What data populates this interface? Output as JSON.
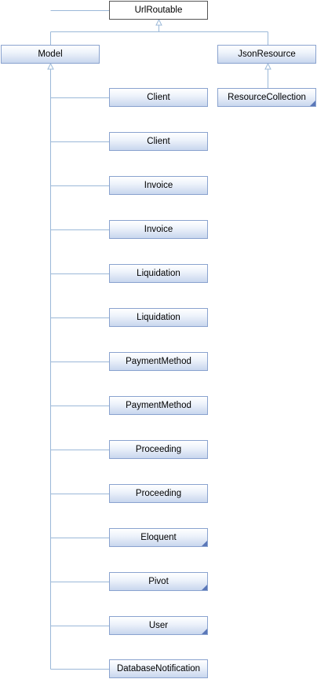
{
  "diagram": {
    "nodes": [
      {
        "id": "urlroutable",
        "label": "UrlRoutable",
        "root": true,
        "folded": false
      },
      {
        "id": "model",
        "label": "Model",
        "folded": false
      },
      {
        "id": "jsonresource",
        "label": "JsonResource",
        "folded": false
      },
      {
        "id": "resourcecollection",
        "label": "ResourceCollection",
        "folded": true
      },
      {
        "id": "client-1",
        "label": "Client",
        "folded": false
      },
      {
        "id": "client-2",
        "label": "Client",
        "folded": false
      },
      {
        "id": "invoice-1",
        "label": "Invoice",
        "folded": false
      },
      {
        "id": "invoice-2",
        "label": "Invoice",
        "folded": false
      },
      {
        "id": "liquidation-1",
        "label": "Liquidation",
        "folded": false
      },
      {
        "id": "liquidation-2",
        "label": "Liquidation",
        "folded": false
      },
      {
        "id": "paymentmethod-1",
        "label": "PaymentMethod",
        "folded": false
      },
      {
        "id": "paymentmethod-2",
        "label": "PaymentMethod",
        "folded": false
      },
      {
        "id": "proceeding-1",
        "label": "Proceeding",
        "folded": false
      },
      {
        "id": "proceeding-2",
        "label": "Proceeding",
        "folded": false
      },
      {
        "id": "eloquent",
        "label": "Eloquent",
        "folded": true
      },
      {
        "id": "pivot",
        "label": "Pivot",
        "folded": true
      },
      {
        "id": "user",
        "label": "User",
        "folded": true
      },
      {
        "id": "databasenotification",
        "label": "DatabaseNotification",
        "folded": false
      }
    ],
    "colors": {
      "edge": "#9bb8d8",
      "node_border": "#8aa3cf",
      "root_border": "#555555",
      "fold_marker": "#5a77b8"
    }
  }
}
